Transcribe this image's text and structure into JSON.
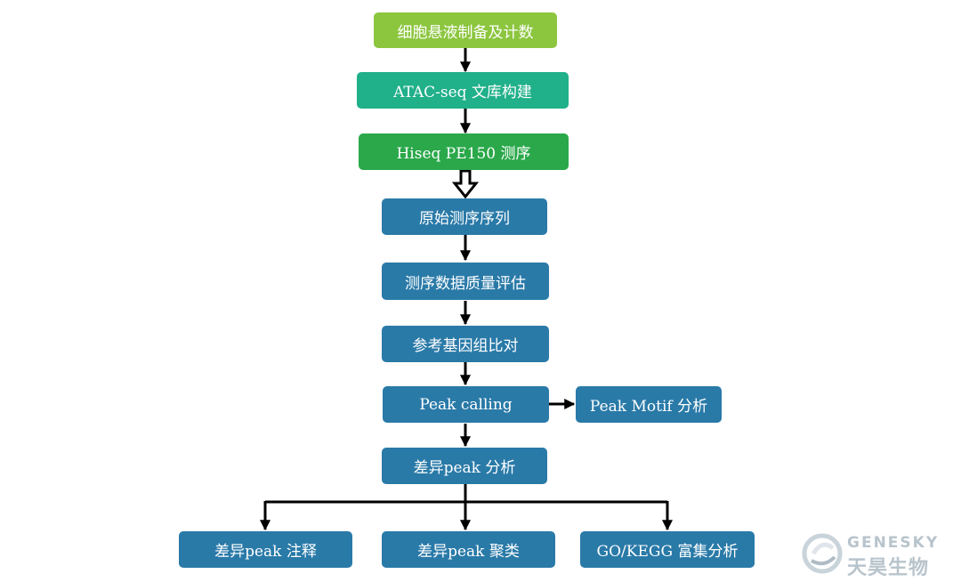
{
  "nodes": {
    "cell_prep": "细胞悬液制备及计数",
    "library": "ATAC-seq 文库构建",
    "sequencing": "Hiseq  PE150 测序",
    "raw_reads": "原始测序序列",
    "quality": "测序数据质量评估",
    "alignment": "参考基因组比对",
    "peak_calling": "Peak calling",
    "motif": "Peak Motif 分析",
    "diff_peak": "差异peak 分析",
    "annotation": "差异peak 注释",
    "clustering": "差异peak 聚类",
    "enrichment": "GO/KEGG 富集分析"
  },
  "logo": {
    "en": "GENESKY",
    "cn": "天昊生物"
  },
  "colors": {
    "lime": "#8cc63f",
    "teal": "#20b08a",
    "green": "#2aa84a",
    "blue": "#2a7aa8"
  }
}
